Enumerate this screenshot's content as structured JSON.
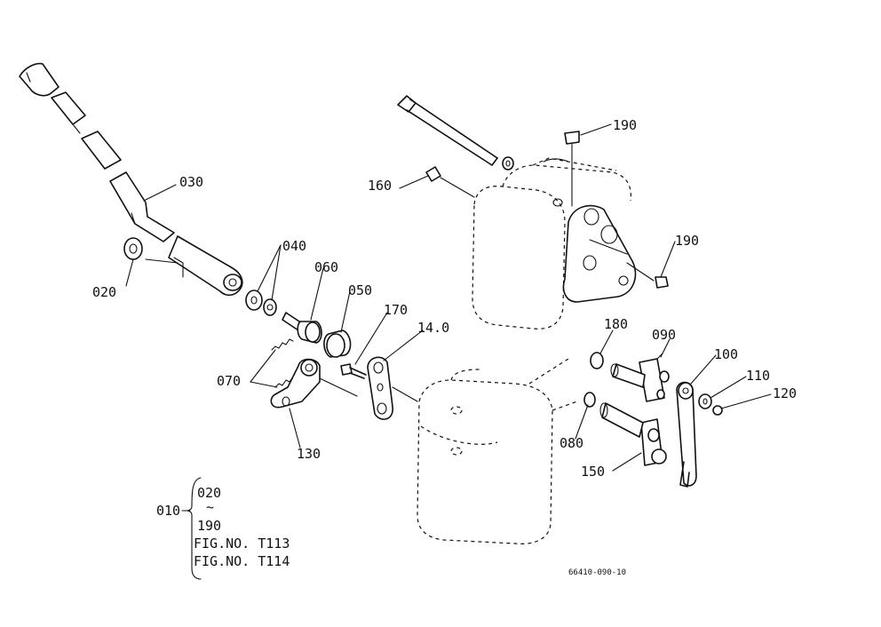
{
  "labels": {
    "p010": "010",
    "p020": "020",
    "p030": "030",
    "p040": "040",
    "p050": "050",
    "p060": "060",
    "p070": "070",
    "p080": "080",
    "p090": "090",
    "p100": "100",
    "p110": "110",
    "p120": "120",
    "p130": "130",
    "p140": "14.0",
    "p150": "150",
    "p160": "160",
    "p170": "170",
    "p180": "180",
    "p190a": "190",
    "p190b": "190"
  },
  "assembly": {
    "from": "020",
    "tilde": "~",
    "to": "190",
    "fig1": "FIG.NO. T113",
    "fig2": "FIG.NO. T114"
  },
  "reference": "66410-090-10"
}
